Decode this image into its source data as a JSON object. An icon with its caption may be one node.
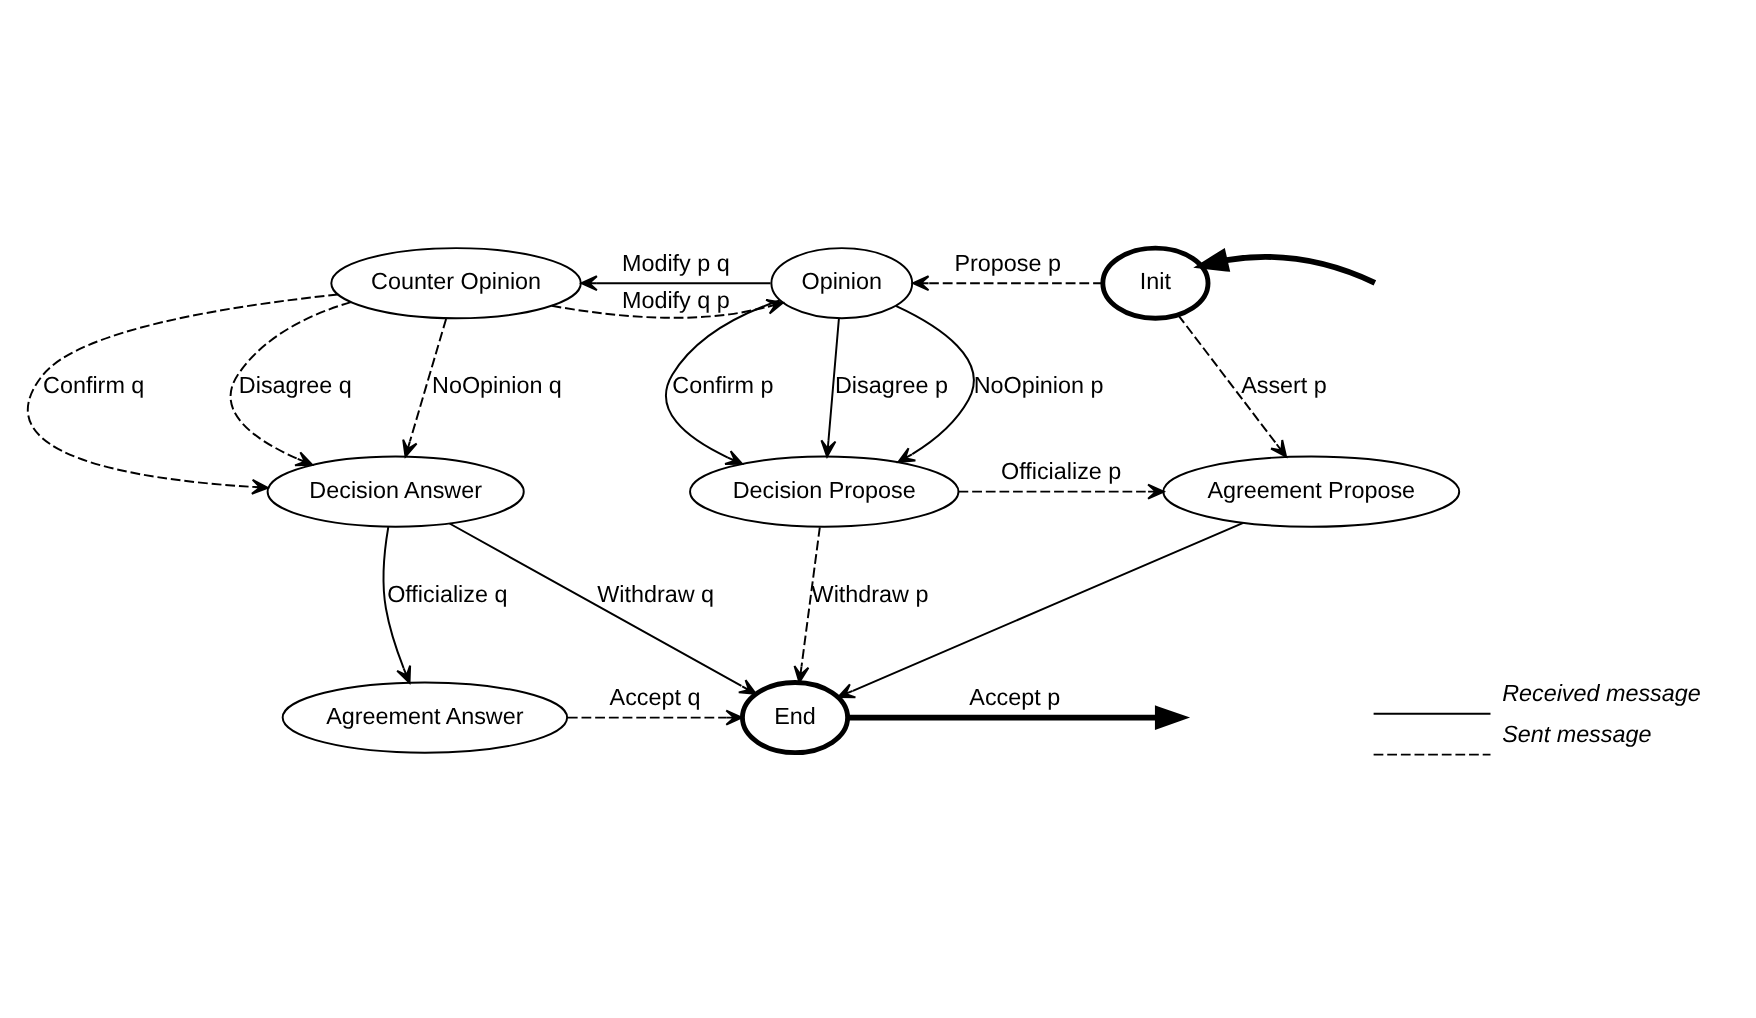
{
  "diagram": {
    "nodes": [
      {
        "text": [
          "Counter Opinion"
        ]
      },
      {
        "text": [
          "Opinion"
        ]
      },
      {
        "text": [
          "Init"
        ]
      },
      {
        "text": [
          "Decision Answer"
        ]
      },
      {
        "text": [
          "Decision Propose"
        ]
      },
      {
        "text": [
          "Agreement Propose"
        ]
      },
      {
        "text": [
          "Agreement Answer"
        ]
      },
      {
        "text": [
          "End"
        ]
      }
    ],
    "edges": [
      {
        "from": 1,
        "to": 0,
        "arrow": "to",
        "label": "Modify p q"
      },
      {
        "from": 0,
        "to": 1,
        "arrow": "to",
        "label": "Modify q p",
        "style": "dashed"
      },
      {
        "from": 2,
        "to": 1,
        "arrow": "to",
        "label": "Propose p",
        "style": "dashed"
      },
      {
        "from": null,
        "to": 2,
        "arrow": "to",
        "style": "thick"
      },
      {
        "from": 0,
        "to": 3,
        "arrow": "to",
        "label": "Confirm q",
        "style": "dashed"
      },
      {
        "from": 0,
        "to": 3,
        "arrow": "to",
        "label": "Disagree q",
        "style": "dashed"
      },
      {
        "from": 0,
        "to": 3,
        "arrow": "to",
        "label": "NoOpinion q",
        "style": "dashed"
      },
      {
        "from": 1,
        "to": 4,
        "arrow": "to",
        "label": "Confirm p"
      },
      {
        "from": 1,
        "to": 4,
        "arrow": "to",
        "label": "Disagree p"
      },
      {
        "from": 1,
        "to": 4,
        "arrow": "to",
        "label": "NoOpinion p"
      },
      {
        "from": 2,
        "to": 5,
        "arrow": "to",
        "label": "Assert p",
        "style": "dashed"
      },
      {
        "from": 4,
        "to": 5,
        "arrow": "to",
        "label": "Officialize p",
        "style": "dashed"
      },
      {
        "from": 3,
        "to": 7,
        "arrow": "to",
        "label": "Withdraw q"
      },
      {
        "from": 3,
        "to": 6,
        "arrow": "to",
        "label": "Officialize q"
      },
      {
        "from": 4,
        "to": 7,
        "arrow": "to",
        "label": "Withdraw p",
        "style": "dashed"
      },
      {
        "from": 5,
        "to": 7,
        "arrow": "to"
      },
      {
        "from": 6,
        "to": 7,
        "arrow": "to",
        "label": "Accept q",
        "style": "dashed"
      },
      {
        "from": 7,
        "to": null,
        "arrow": "to",
        "label": "Accept p",
        "style": "thick"
      }
    ],
    "legend": [
      {
        "text": "Received message"
      },
      {
        "text": "Sent message"
      }
    ]
  }
}
